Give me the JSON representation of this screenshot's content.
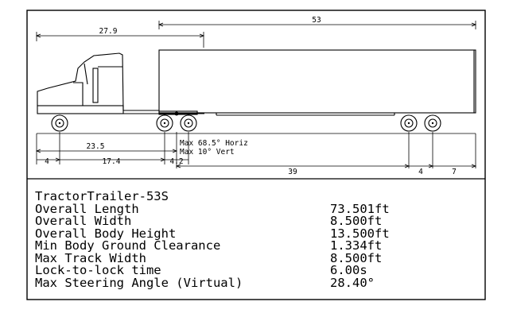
{
  "dimensions": {
    "overall_trailer": "53",
    "tractor_to_kingpin": "27.9",
    "front_to_drive": "23.5",
    "front_overhang": "4",
    "wheelbase": "17.4",
    "drive_spacing": "4.2",
    "kingpin_to_trailer_axle": "39",
    "trailer_axle_spread": "4",
    "rear_overhang": "7"
  },
  "articulation": {
    "horizontal": "Max 68.5° Horiz",
    "vertical": "Max 10° Vert"
  },
  "specs": {
    "title": "TractorTrailer-53S",
    "rows": [
      {
        "label": "Overall Length",
        "value": "73.501ft"
      },
      {
        "label": "Overall Width",
        "value": "8.500ft"
      },
      {
        "label": "Overall Body Height",
        "value": "13.500ft"
      },
      {
        "label": "Min Body Ground Clearance",
        "value": "1.334ft"
      },
      {
        "label": "Max Track Width",
        "value": "8.500ft"
      },
      {
        "label": "Lock-to-lock time",
        "value": "6.00s"
      },
      {
        "label": "Max Steering Angle (Virtual)",
        "value": "28.40°"
      }
    ]
  }
}
